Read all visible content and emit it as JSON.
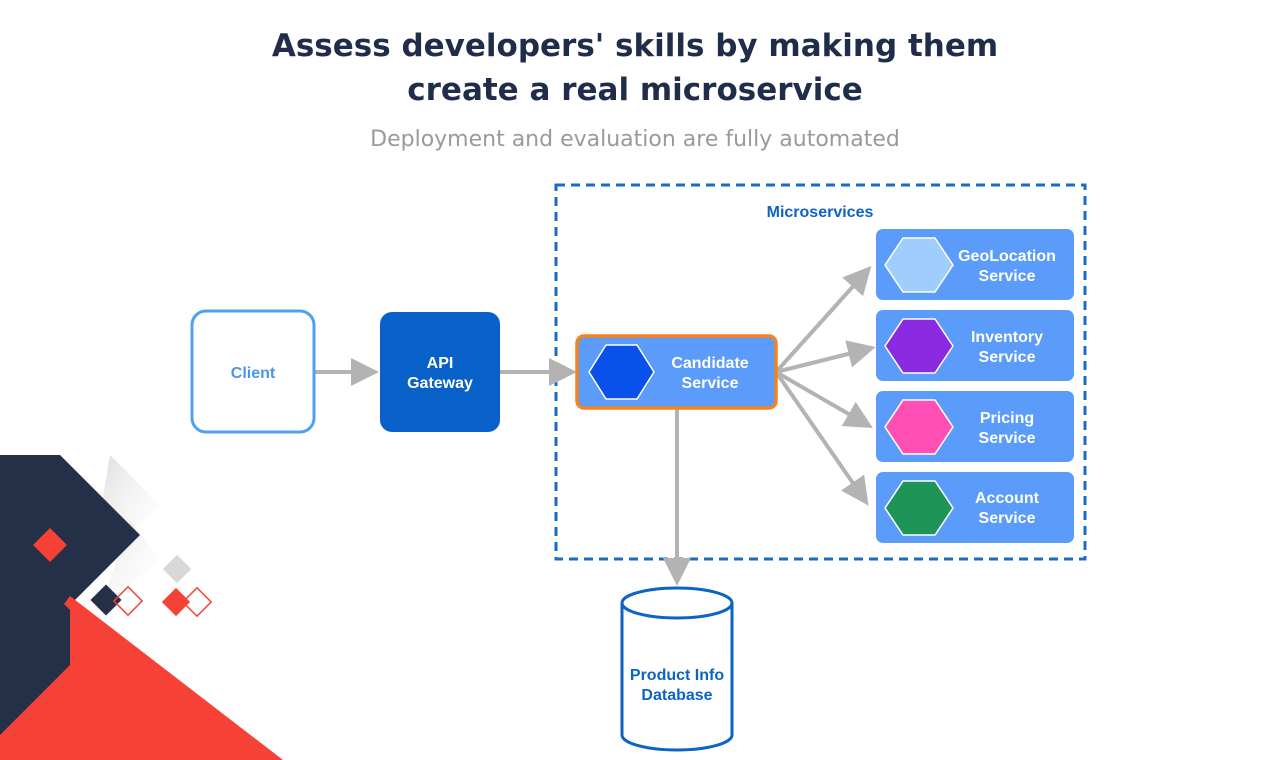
{
  "header": {
    "title_line1": "Assess developers' skills by making them",
    "title_line2": "create a real microservice",
    "subtitle": "Deployment and evaluation are fully automated"
  },
  "diagram": {
    "group_label": "Microservices",
    "client": {
      "label": "Client"
    },
    "gateway": {
      "line1": "API",
      "line2": "Gateway"
    },
    "candidate": {
      "line1": "Candidate",
      "line2": "Service"
    },
    "services": [
      {
        "line1": "GeoLocation",
        "line2": "Service",
        "hex_color": "#9fcdfc"
      },
      {
        "line1": "Inventory",
        "line2": "Service",
        "hex_color": "#8a2be2"
      },
      {
        "line1": "Pricing",
        "line2": "Service",
        "hex_color": "#ff4fb4"
      },
      {
        "line1": "Account",
        "line2": "Service",
        "hex_color": "#1e9457"
      }
    ],
    "database": {
      "line1": "Product Info",
      "line2": "Database"
    }
  },
  "colors": {
    "navy": "#233048",
    "red": "#f64137",
    "service_box": "#5b9bf9",
    "gateway_box": "#0761c8",
    "candidate_border": "#f58220",
    "candidate_hex": "#0a50ea",
    "client_border": "#4ca2f1",
    "arrow": "#b3b3b3",
    "group_border": "#1a6bc4",
    "label_blue": "#0e63c7"
  }
}
